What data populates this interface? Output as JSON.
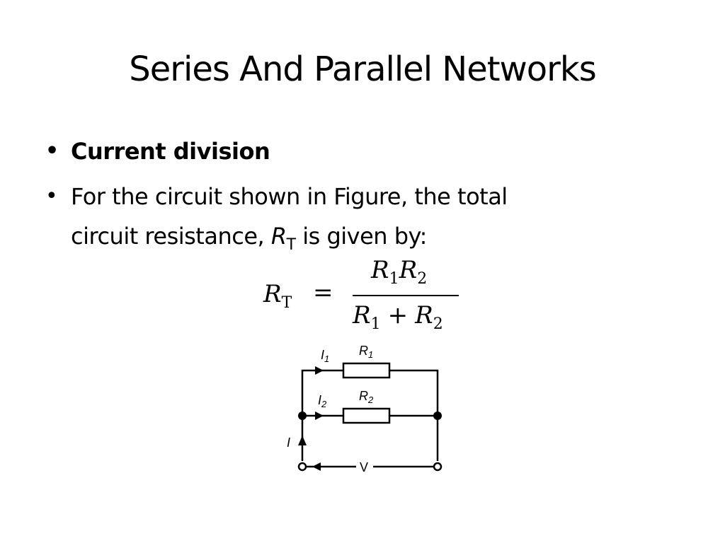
{
  "slide": {
    "title": "Series And Parallel Networks"
  },
  "bullets": {
    "item1": "Current division",
    "item2_line1": "For the circuit shown in Figure, the total",
    "item2_line2_prefix": "circuit resistance, ",
    "item2_var": "R",
    "item2_sub": "T",
    "item2_suffix": " is given by:"
  },
  "formula": {
    "lhs": "R",
    "lhs_sub": "T",
    "equals": "=",
    "num_r1": "R",
    "num_r1_sub": "1",
    "num_r2": "R",
    "num_r2_sub": "2",
    "den_r1": "R",
    "den_r1_sub": "1",
    "den_plus": "+",
    "den_r2": "R",
    "den_r2_sub": "2"
  },
  "circuit": {
    "labels": {
      "i1": "I",
      "i1_sub": "1",
      "r1": "R",
      "r1_sub": "1",
      "i2": "I",
      "i2_sub": "2",
      "r2": "R",
      "r2_sub": "2",
      "i": "I",
      "v": "V"
    }
  }
}
